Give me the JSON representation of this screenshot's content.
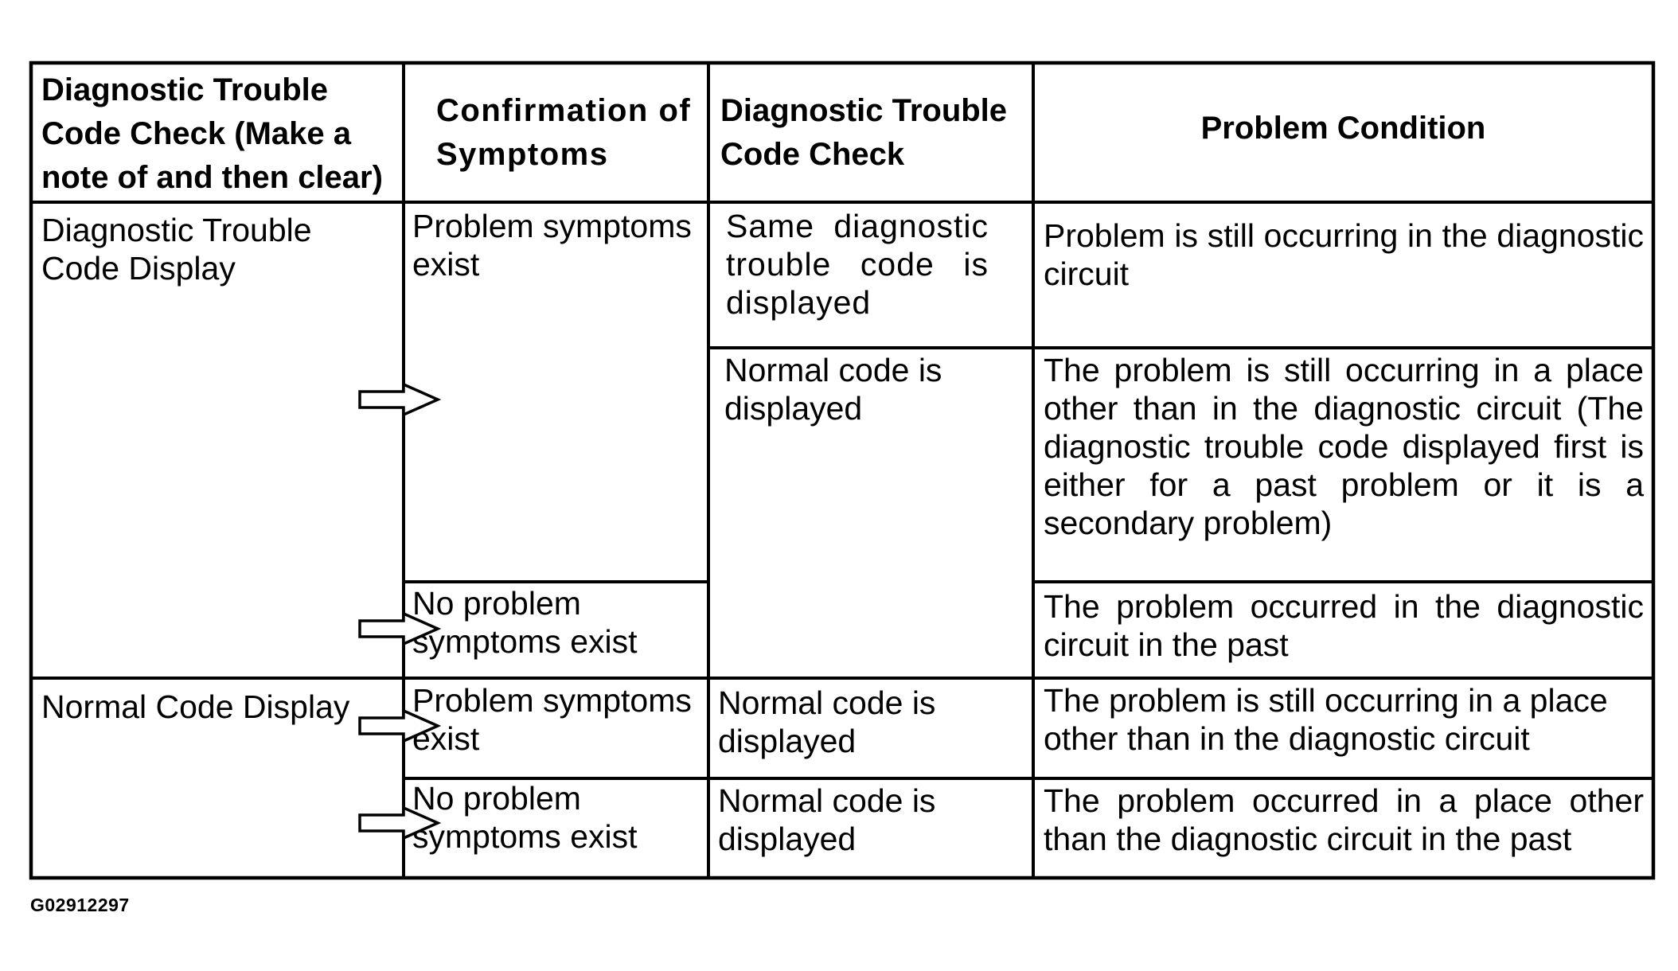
{
  "table": {
    "headers": [
      "Diagnostic Trouble Code Check (Make a note of and then clear)",
      "Confirmation of Symptoms",
      "Diagnostic Trouble Code Check",
      "Problem Condition"
    ],
    "col1": {
      "dtc_display": "Diagnostic Trouble Code Display",
      "normal_display": "Normal Code Display"
    },
    "col2": {
      "r1": "Problem symptoms exist",
      "r2": "No problem symptoms exist",
      "r3": "Problem symptoms exist",
      "r4": "No problem symptoms exist"
    },
    "col3": {
      "r1": "Same diagnostic trouble code is displayed",
      "r2": "Normal code is displayed",
      "r3": "Normal code is displayed",
      "r4": "Normal code is displayed"
    },
    "col4": {
      "r1": "Problem is still occurring in the diagnostic circuit",
      "r2": "The problem is still occurring in a place other than in the diagnostic circuit (The diagnostic trouble code displayed first is either for a past problem or it is a secondary problem)",
      "r3": "The problem occurred in the diagnostic circuit in the past",
      "r4": "The problem is still occurring in a place other than in the diagnostic circuit",
      "r5": "The problem occurred in a place other than the diagnostic circuit in the past"
    }
  },
  "figure_id": "G02912297"
}
